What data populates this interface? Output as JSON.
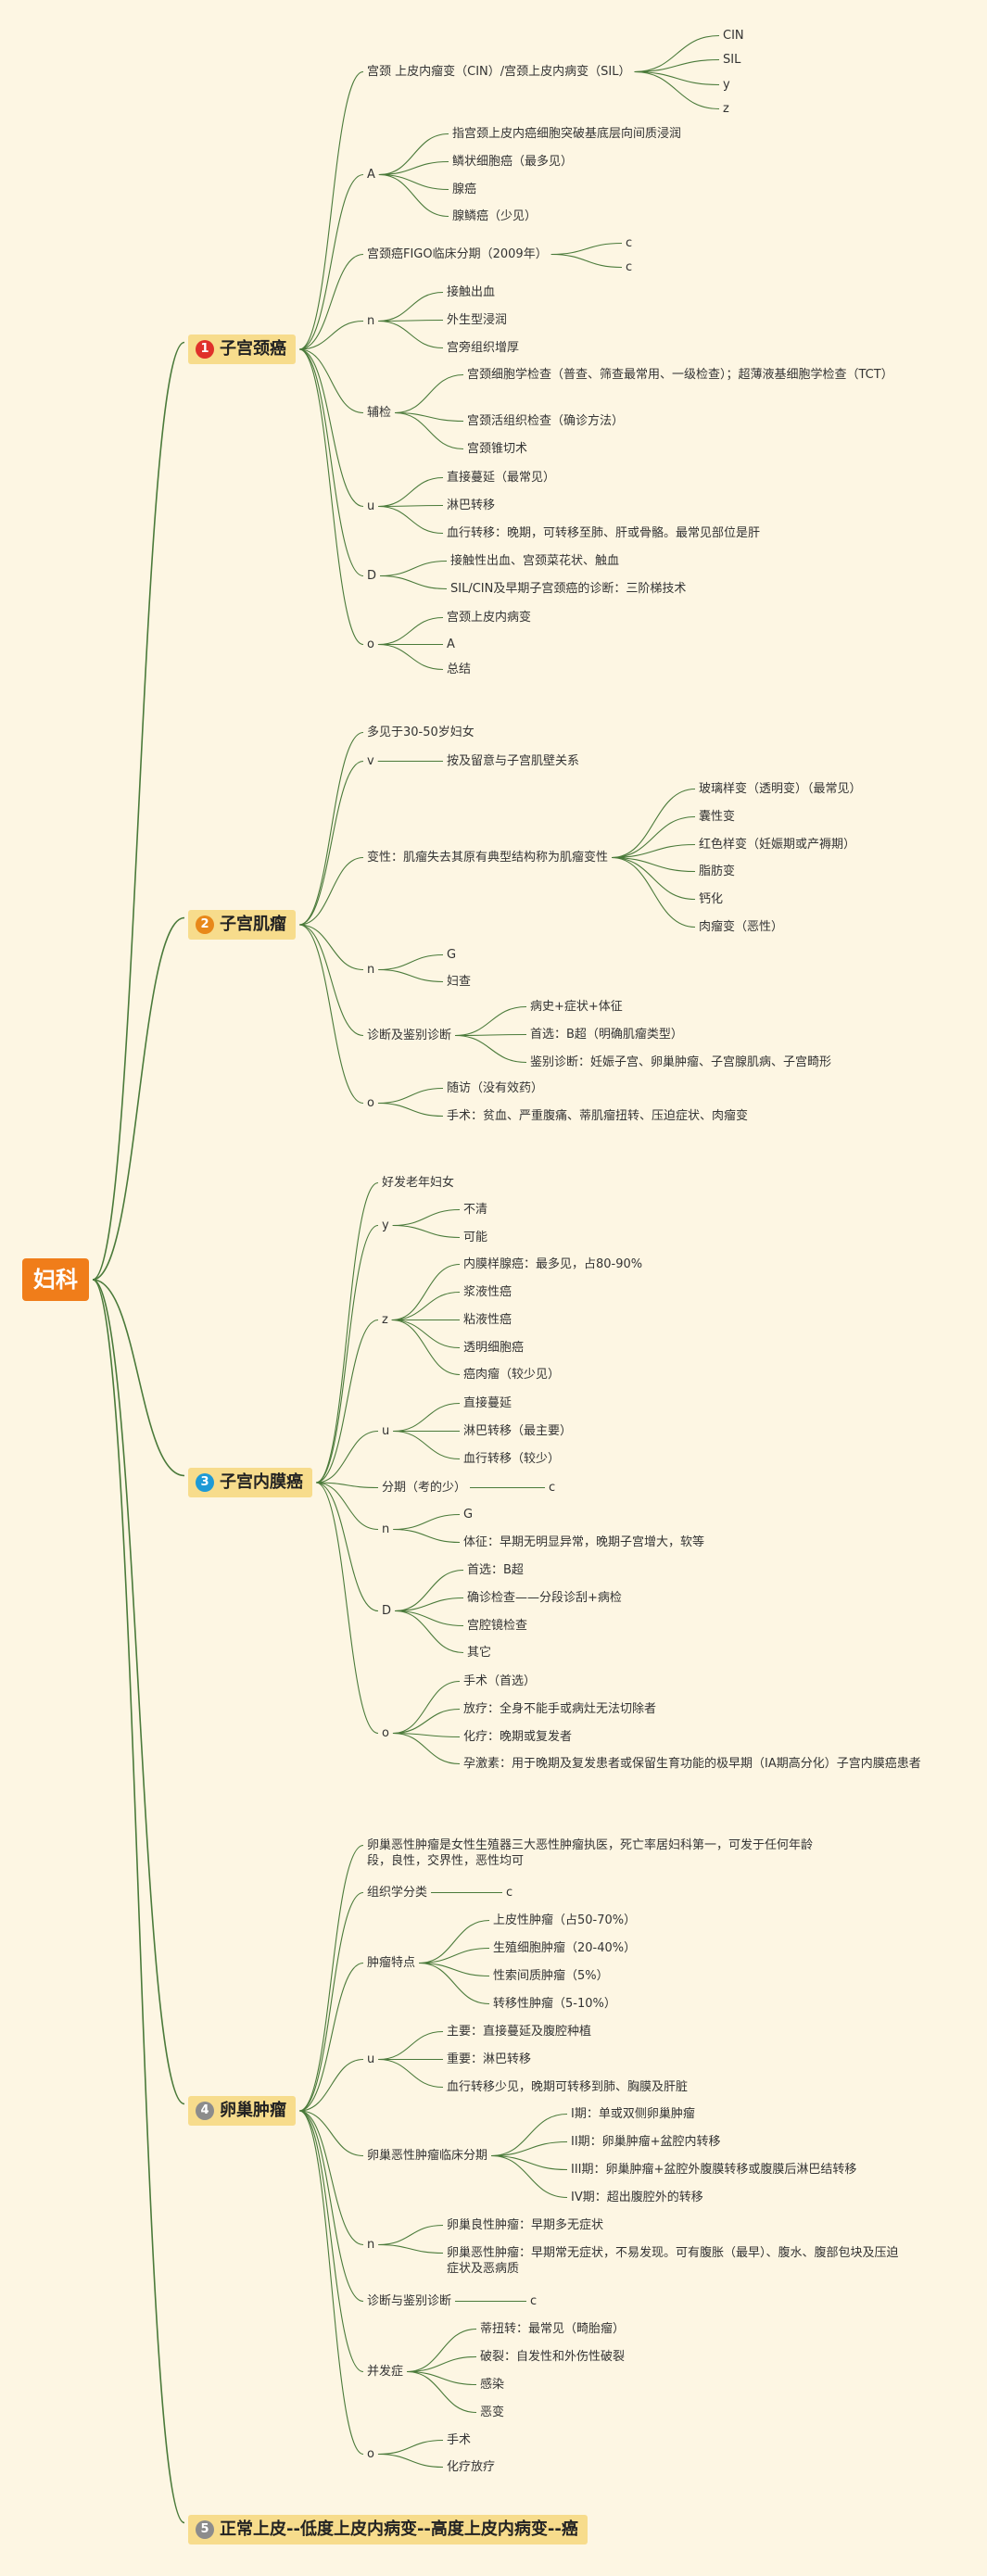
{
  "root": "妇科",
  "b1": {
    "num": "1",
    "title": "子宫颈癌",
    "cin": "宫颈 上皮内瘤变（CIN）/宫颈上皮内病变（SIL）",
    "cin_c": [
      "CIN",
      "SIL",
      "y",
      "z"
    ],
    "a": "A",
    "a_c": [
      "指宫颈上皮内癌细胞突破基底层向间质浸润",
      "鳞状细胞癌（最多见）",
      "腺癌",
      "腺鳞癌（少见）"
    ],
    "figo": "宫颈癌FIGO临床分期（2009年）",
    "figo_c": [
      "c",
      "c"
    ],
    "n": "n",
    "n_c": [
      "接触出血",
      "外生型浸润",
      "宫旁组织增厚"
    ],
    "fj": "辅检",
    "fj_c": [
      "宫颈细胞学检查（普查、筛查最常用、一级检查）；超薄液基细胞学检查（TCT）",
      "宫颈活组织检查（确诊方法）",
      "宫颈锥切术"
    ],
    "u": "u",
    "u_c": [
      "直接蔓延（最常见）",
      "淋巴转移",
      "血行转移：晚期，可转移至肺、肝或骨骼。最常见部位是肝"
    ],
    "d": "D",
    "d_c": [
      "接触性出血、宫颈菜花状、触血",
      "SIL/CIN及早期子宫颈癌的诊断：三阶梯技术"
    ],
    "o": "o",
    "o_c": [
      "宫颈上皮内病变",
      "A",
      "总结"
    ]
  },
  "b2": {
    "num": "2",
    "title": "子宫肌瘤",
    "age": "多见于30-50岁妇女",
    "v": "v",
    "v_c": "按及留意与子宫肌壁关系",
    "bx": "变性：肌瘤失去其原有典型结构称为肌瘤变性",
    "bx_c": [
      "玻璃样变（透明变）（最常见）",
      "囊性变",
      "红色样变（妊娠期或产褥期）",
      "脂肪变",
      "钙化",
      "肉瘤变（恶性）"
    ],
    "n": "n",
    "n_c": [
      "G",
      "妇查"
    ],
    "zd": "诊断及鉴别诊断",
    "zd_c": [
      "病史+症状+体征",
      "首选：B超（明确肌瘤类型）",
      "鉴别诊断：妊娠子宫、卵巢肿瘤、子宫腺肌病、子宫畸形"
    ],
    "o": "o",
    "o_c": [
      "随访（没有效药）",
      "手术：贫血、严重腹痛、蒂肌瘤扭转、压迫症状、肉瘤变"
    ]
  },
  "b3": {
    "num": "3",
    "title": "子宫内膜癌",
    "age": "好发老年妇女",
    "y": "y",
    "y_c": [
      "不清",
      "可能"
    ],
    "z": "z",
    "z_c": [
      "内膜样腺癌：最多见，占80-90%",
      "浆液性癌",
      "粘液性癌",
      "透明细胞癌",
      "癌肉瘤（较少见）"
    ],
    "u": "u",
    "u_c": [
      "直接蔓延",
      "淋巴转移（最主要）",
      "血行转移（较少）"
    ],
    "fq": "分期（考的少）",
    "fq_c": "c",
    "n": "n",
    "n_c": [
      "G",
      "体征：早期无明显异常，晚期子宫增大，软等"
    ],
    "d": "D",
    "d_c": [
      "首选：B超",
      "确诊检查——分段诊刮+病检",
      "宫腔镜检查",
      "其它"
    ],
    "o": "o",
    "o_c": [
      "手术（首选）",
      "放疗：全身不能手或病灶无法切除者",
      "化疗：晚期或复发者",
      "孕激素：用于晚期及复发患者或保留生育功能的极早期（IA期高分化）子宫内膜癌患者"
    ]
  },
  "b4": {
    "num": "4",
    "title": "卵巢肿瘤",
    "intro": "卵巢恶性肿瘤是女性生殖器三大恶性肿瘤执医，死亡率居妇科第一，可发于任何年龄段，良性，交界性，恶性均可",
    "zz": "组织学分类",
    "zz_c": "c",
    "td": "肿瘤特点",
    "td_c": [
      "上皮性肿瘤（占50-70%）",
      "生殖细胞肿瘤（20-40%）",
      "性索间质肿瘤（5%）",
      "转移性肿瘤（5-10%）"
    ],
    "u": "u",
    "u_c": [
      "主要：直接蔓延及腹腔种植",
      "重要：淋巴转移",
      "血行转移少见，晚期可转移到肺、胸膜及肝脏"
    ],
    "fq": "卵巢恶性肿瘤临床分期",
    "fq_c": [
      "I期：单或双侧卵巢肿瘤",
      "II期：卵巢肿瘤+盆腔内转移",
      "III期：卵巢肿瘤+盆腔外腹膜转移或腹膜后淋巴结转移",
      "IV期：超出腹腔外的转移"
    ],
    "n": "n",
    "n_c": [
      "卵巢良性肿瘤：早期多无症状",
      "卵巢恶性肿瘤：早期常无症状，不易发现。可有腹胀（最早）、腹水、腹部包块及压迫症状及恶病质"
    ],
    "zd": "诊断与鉴别诊断",
    "zd_c": "c",
    "bf": "并发症",
    "bf_c": [
      "蒂扭转：最常见（畸胎瘤）",
      "破裂：自发性和外伤性破裂",
      "感染",
      "恶变"
    ],
    "o": "o",
    "o_c": [
      "手术",
      "化疗放疗"
    ]
  },
  "b5": {
    "num": "5",
    "title": "正常上皮--低度上皮内病变--高度上皮内病变--癌"
  },
  "colors": {
    "bg": "#fdf6e3",
    "line": "#4a7a3a",
    "root": "#f07d1a",
    "main": "#f7dc8c",
    "badge1": "#e0302a",
    "badge2": "#e8881a",
    "badge3": "#1e9ad6",
    "badge4": "#8c8c8c",
    "badge5": "#8c8c8c"
  }
}
